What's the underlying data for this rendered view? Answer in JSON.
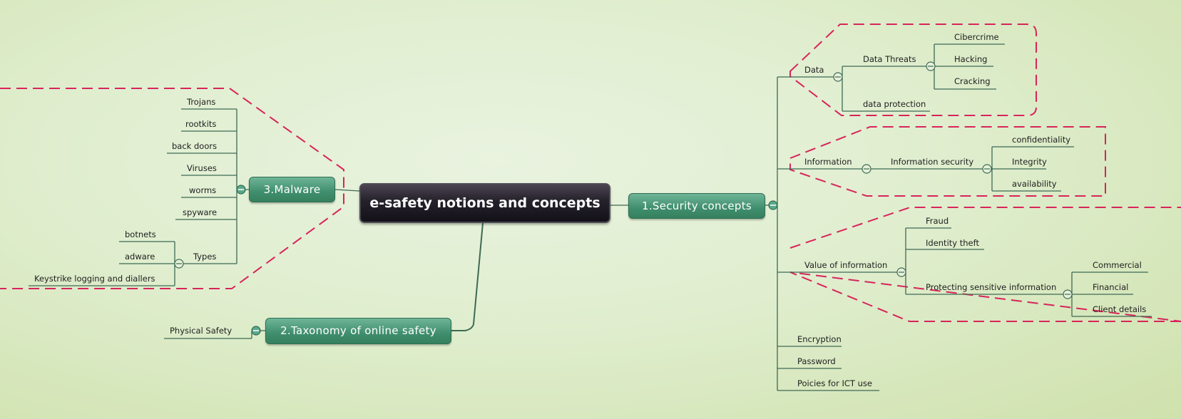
{
  "central": "e-safety notions and concepts",
  "topics": {
    "security": "1.Security concepts",
    "taxonomy": "2.Taxonomy of online safety",
    "malware": "3.Malware"
  },
  "security": {
    "data": {
      "label": "Data",
      "threats": {
        "label": "Data Threats",
        "children": [
          "Cibercrime",
          "Hacking",
          "Cracking"
        ]
      },
      "protection": "data protection"
    },
    "information": {
      "label": "Information",
      "security": {
        "label": "Information security",
        "children": [
          "confidentiality",
          "Integrity",
          "availability"
        ]
      }
    },
    "value": {
      "label": "Value of information",
      "fraud": "Fraud",
      "identity": "Identity theft",
      "protecting": {
        "label": "Protecting sensitive information",
        "children": [
          "Commercial",
          "Financial",
          "Client details"
        ]
      }
    },
    "encryption": "Encryption",
    "password": "Password",
    "policies": "Poicies for ICT use"
  },
  "taxonomy": {
    "physical": "Physical Safety"
  },
  "malware": {
    "items": [
      "Trojans",
      "rootkits",
      "back doors",
      "Viruses",
      "worms",
      "spyware"
    ],
    "types": {
      "label": "Types",
      "children": [
        "botnets",
        "adware",
        "Keystrike logging and diallers"
      ]
    }
  },
  "colors": {
    "line": "#3e6a55",
    "dash": "#d8245a",
    "topic": "#3f8e6d",
    "central": "#1c1a21"
  }
}
